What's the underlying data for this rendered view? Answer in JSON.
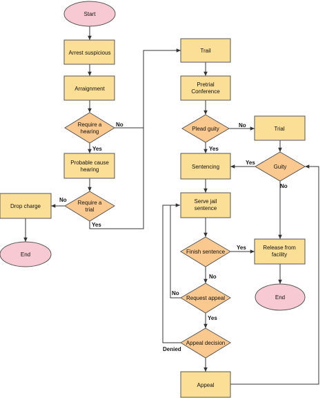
{
  "diagram": {
    "nodes": {
      "start": "Start",
      "arrest": "Arrest suspicious",
      "arraignment": "Arraignment",
      "require_hearing": [
        "Require a",
        "hearing"
      ],
      "probable_cause": [
        "Probable cause",
        "hearing"
      ],
      "require_trial": [
        "Require a",
        "trial"
      ],
      "drop_charge": "Drop charge",
      "end_left": "End",
      "trail": "Trail",
      "pretrial": [
        "Pretrial",
        "Conference"
      ],
      "plead_guilty": "Plead guity",
      "trial": "Trial",
      "sentencing": "Sentencing",
      "guilty": "Guity",
      "serve_jail": [
        "Serve jail",
        "sentence"
      ],
      "finish_sentence": "Finish sentence",
      "release": [
        "Release from",
        "facility"
      ],
      "end_right": "End",
      "request_appeal": "Request appeal",
      "appeal_decision": "Appeal decision",
      "appeal": "Appeal"
    },
    "edge_labels": {
      "hearing_no": "No",
      "hearing_yes": "Yes",
      "trial_no": "No",
      "trial_yes": "Yes",
      "plead_no": "No",
      "plead_yes": "Yes",
      "guilty_yes": "Yes",
      "guilty_no": "No",
      "finish_yes": "Yes",
      "finish_no": "No",
      "appeal_no": "No",
      "appeal_yes": "Yes",
      "denied": "Denied"
    },
    "colors": {
      "process": "#fbdf96",
      "decision": "#f9c98f",
      "terminal": "#f7c9d2",
      "stroke": "#555555"
    }
  }
}
